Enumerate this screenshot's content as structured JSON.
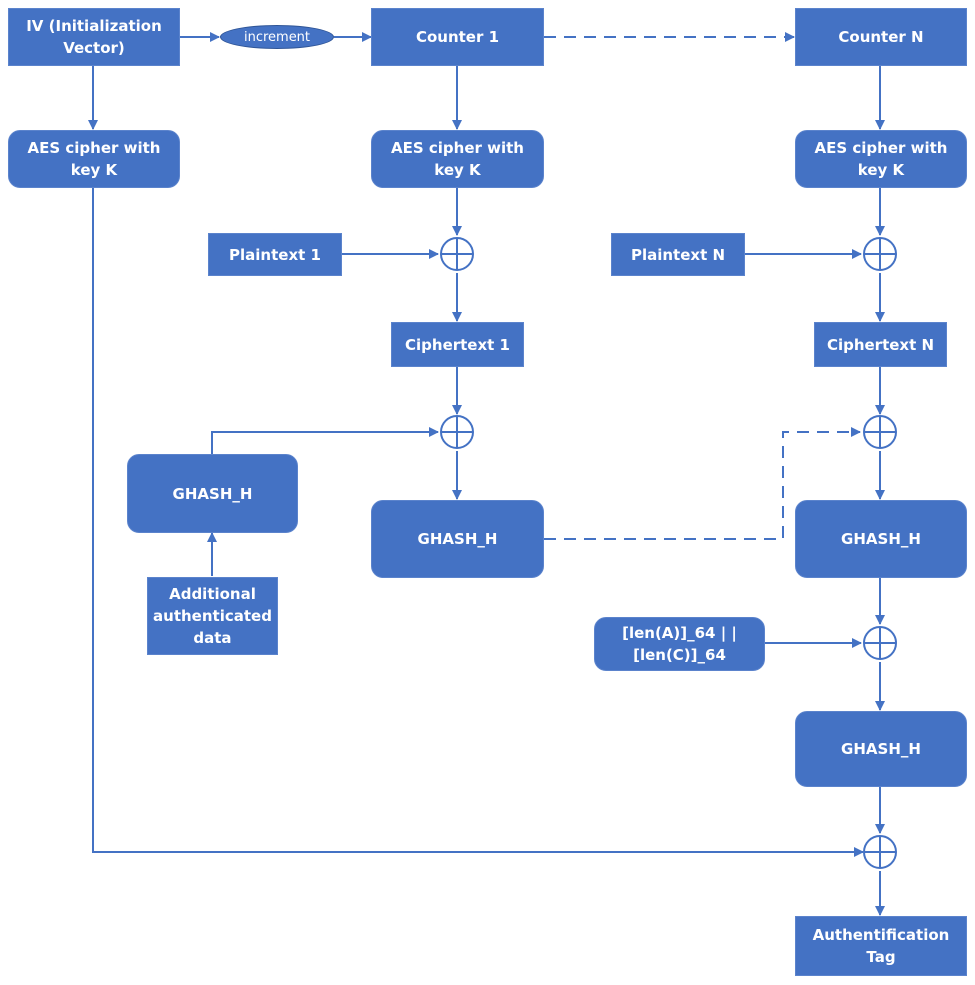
{
  "nodes": {
    "iv": "IV (Initialization\nVector)",
    "increment": "increment",
    "counter1": "Counter 1",
    "counterN": "Counter N",
    "aes_iv": "AES cipher with\nkey K",
    "aes_1": "AES cipher with\nkey K",
    "aes_N": "AES cipher with\nkey K",
    "plaintext1": "Plaintext 1",
    "plaintextN": "Plaintext N",
    "ciphertext1": "Ciphertext 1",
    "ciphertextN": "Ciphertext N",
    "ghash_aad": "GHASH_H",
    "ghash_1": "GHASH_H",
    "ghash_N": "GHASH_H",
    "aad": "Additional\nauthenticated\ndata",
    "lengths": "[len(A)]_64 | |\n[len(C)]_64",
    "ghash_final": "GHASH_H",
    "tag": "Authentification\nTag"
  },
  "colors": {
    "box_fill": "#4472C4",
    "line": "#4472C4",
    "background": "#FFFFFF"
  }
}
